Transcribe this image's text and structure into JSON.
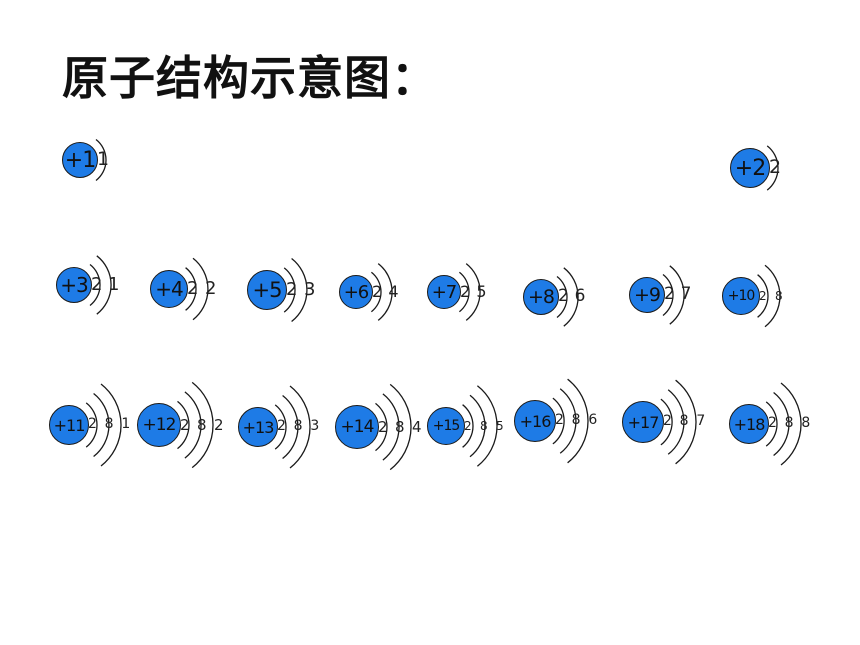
{
  "title": "原子结构示意图：",
  "colors": {
    "nucleus": "#1E7BE6",
    "shell": "#1a1a1a",
    "text": "#111111"
  },
  "atoms": [
    {
      "nucleus": "+1",
      "electrons": "1"
    },
    {
      "nucleus": "+2",
      "electrons": "2"
    },
    {
      "nucleus": "+3",
      "electrons": "2 1"
    },
    {
      "nucleus": "+4",
      "electrons": "2 2"
    },
    {
      "nucleus": "+5",
      "electrons": "2 3"
    },
    {
      "nucleus": "+6",
      "electrons": "2 4"
    },
    {
      "nucleus": "+7",
      "electrons": "2 5"
    },
    {
      "nucleus": "+8",
      "electrons": "2 6"
    },
    {
      "nucleus": "+9",
      "electrons": "2 7"
    },
    {
      "nucleus": "+10",
      "electrons": "2 8"
    },
    {
      "nucleus": "+11",
      "electrons": "2 8 1"
    },
    {
      "nucleus": "+12",
      "electrons": "2 8 2"
    },
    {
      "nucleus": "+13",
      "electrons": "2 8 3"
    },
    {
      "nucleus": "+14",
      "electrons": "2 8 4"
    },
    {
      "nucleus": "+15",
      "electrons": "2 8 5"
    },
    {
      "nucleus": "+16",
      "electrons": "2 8 6"
    },
    {
      "nucleus": "+17",
      "electrons": "2 8 7"
    },
    {
      "nucleus": "+18",
      "electrons": "2 8 8"
    }
  ]
}
